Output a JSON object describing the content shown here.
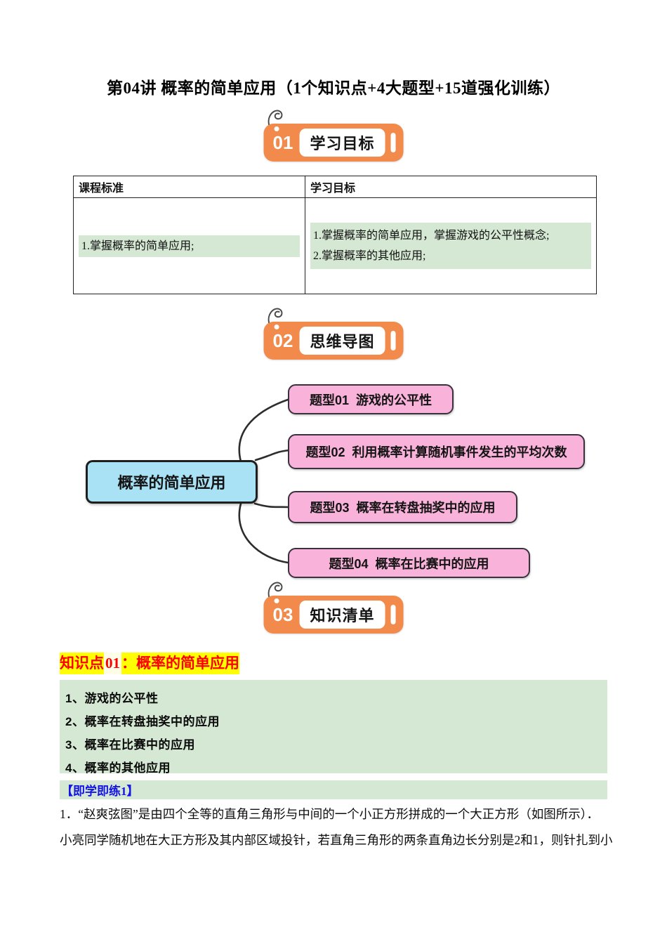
{
  "doc": {
    "title": "第04讲 概率的简单应用（1个知识点+4大题型+15道强化训练）"
  },
  "badges": [
    {
      "num": "01",
      "label": "学习目标"
    },
    {
      "num": "02",
      "label": "思维导图"
    },
    {
      "num": "03",
      "label": "知识清单"
    }
  ],
  "objectives_table": {
    "headers": [
      "课程标准",
      "学习目标"
    ],
    "course_standard_items": [
      "1.掌握概率的简单应用;"
    ],
    "learning_goal_items": [
      "1.掌握概率的简单应用，掌握游戏的公平性概念;",
      "2.掌握概率的其他应用;"
    ]
  },
  "mindmap": {
    "center": "概率的简单应用",
    "branches": [
      "题型01  游戏的公平性",
      "题型02  利用概率计算随机事件发生的平均次数",
      "题型03  概率在转盘抽奖中的应用",
      "题型04  概率在比赛中的应用"
    ]
  },
  "knowledge": {
    "heading_prefix": "知识点",
    "heading_num": "01",
    "heading_suffix": "：概率的简单应用",
    "items": [
      "1、游戏的公平性",
      "2、概率在转盘抽奖中的应用",
      "3、概率在比赛中的应用",
      "4、概率的其他应用"
    ],
    "practice_label": "【即学即练1】"
  },
  "problem": {
    "line1": "1．“赵爽弦图”是由四个全等的直角三角形与中间的一个小正方形拼成的一个大正方形（如图所示）．",
    "line2": "小亮同学随机地在大正方形及其内部区域投针，若直角三角形的两条直角边长分别是2和1，则针扎到小"
  },
  "colors": {
    "badge_orange": "#F18A4B",
    "mindmap_center_blue": "#A9E2F5",
    "mindmap_branch_pink": "#F9B2D9",
    "highlight_green": "#D5E8D3",
    "highlight_yellow": "#FFFF00",
    "heading_red": "#FF0000",
    "practice_blue": "#1414E6"
  }
}
